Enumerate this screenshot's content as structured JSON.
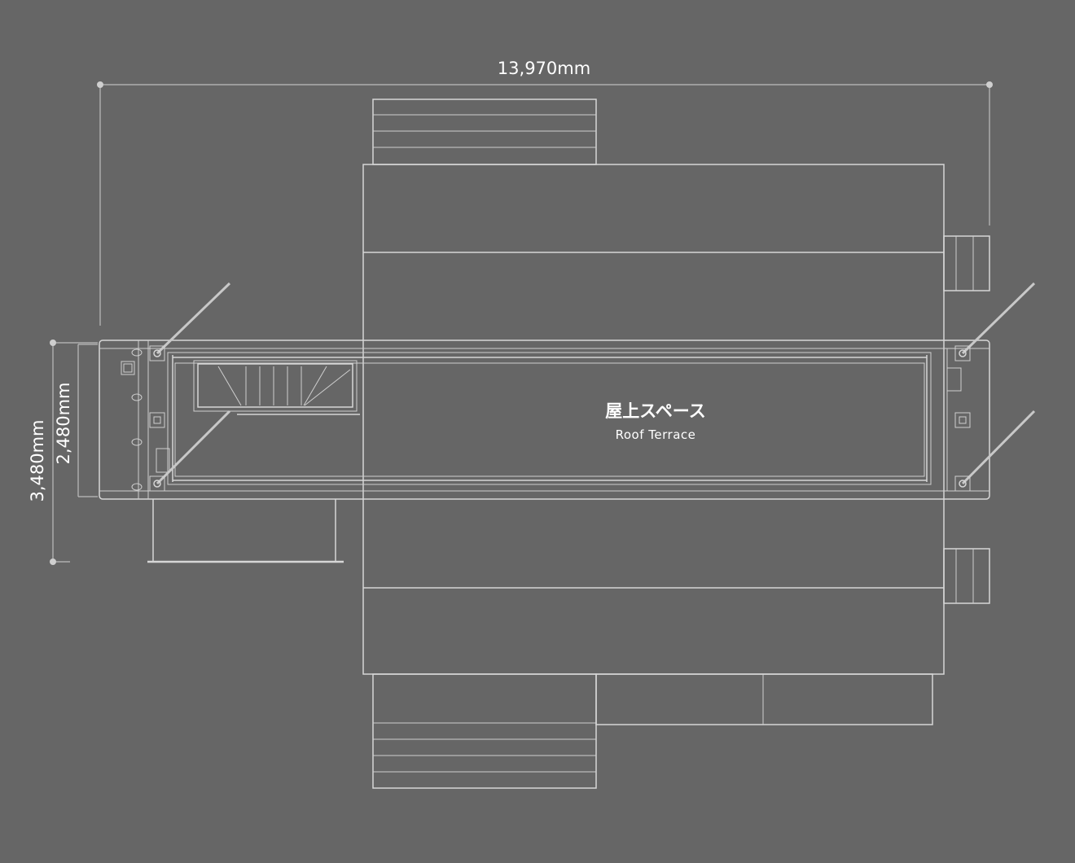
{
  "dimensions": {
    "overall_length": "13,970mm",
    "overall_width": "3,480mm",
    "container_width": "2,480mm"
  },
  "area": {
    "label_jp": "屋上スペース",
    "label_en": "Roof Terrace"
  },
  "colors": {
    "background": "#666666",
    "line": "#d6d6d6",
    "terrace_fill": "#4a4a4a"
  }
}
